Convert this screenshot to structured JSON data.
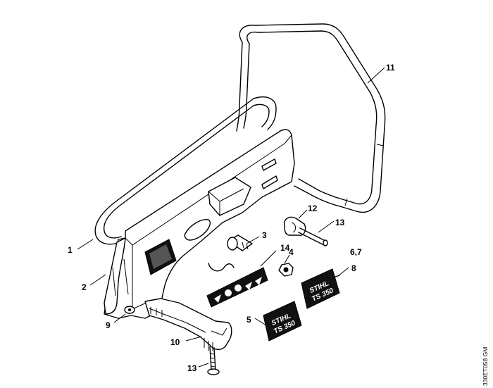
{
  "diagram": {
    "callouts": [
      {
        "id": "c1",
        "text": "1"
      },
      {
        "id": "c2",
        "text": "2"
      },
      {
        "id": "c3",
        "text": "3"
      },
      {
        "id": "c4",
        "text": "4"
      },
      {
        "id": "c5",
        "text": "5"
      },
      {
        "id": "c67",
        "text": "6,7"
      },
      {
        "id": "c8",
        "text": "8"
      },
      {
        "id": "c9",
        "text": "9"
      },
      {
        "id": "c10",
        "text": "10"
      },
      {
        "id": "c11",
        "text": "11"
      },
      {
        "id": "c12",
        "text": "12"
      },
      {
        "id": "c13a",
        "text": "13"
      },
      {
        "id": "c13b",
        "text": "13"
      },
      {
        "id": "c14",
        "text": "14"
      }
    ],
    "decals": {
      "brand": "STIHL",
      "model": "TS 350"
    },
    "reference_code": "330ET058 GM"
  }
}
